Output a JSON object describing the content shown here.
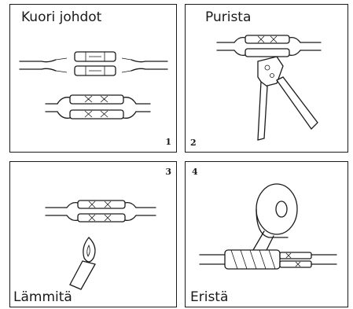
{
  "steps": [
    {
      "number": "1",
      "caption": "Kuori johdot"
    },
    {
      "number": "2",
      "caption": "Purista"
    },
    {
      "number": "3",
      "caption": "Lämmitä"
    },
    {
      "number": "4",
      "caption": "Eristä"
    }
  ]
}
